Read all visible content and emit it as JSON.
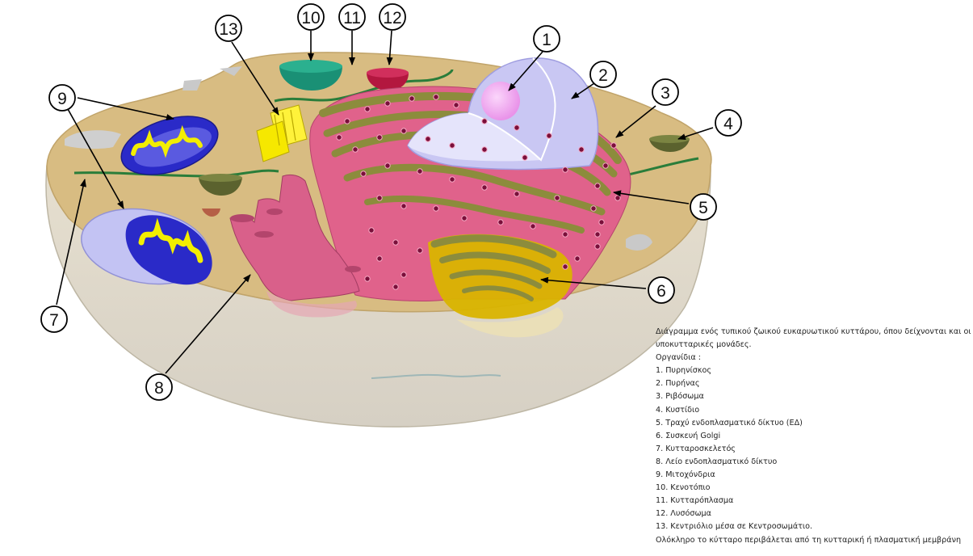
{
  "diagram": {
    "callouts": [
      "1",
      "2",
      "3",
      "4",
      "5",
      "6",
      "7",
      "8",
      "9",
      "10",
      "11",
      "12",
      "13"
    ],
    "colors": {
      "cytoplasm": "#d8bc82",
      "cell_front": "#e3dccb",
      "nucleus": "#c9c7f3",
      "nucleolus": "#f0a6f0",
      "rough_er": "#e0628b",
      "rough_er_fold": "#8c8c3c",
      "smooth_er": "#d9608a",
      "golgi": "#d9b400",
      "mitochondrion_outer": "#2a2ac8",
      "mitochondrion_inner": "#f3ee00",
      "vacuole": "#1a9075",
      "lysosome": "#b3173f",
      "vesicle": "#5b622e",
      "centriole": "#fff23a",
      "cytoskeleton": "#2a7d3a"
    }
  },
  "legend": {
    "intro": "Διάγραμμα ενός τυπικού ζωικού ευκαρυωτικού κυττάρου, όπου δείχνονται και οι υποκυτταρικές μονάδες.",
    "heading": "Οργανίδια :",
    "items": [
      "1. Πυρηνίσκος",
      "2. Πυρήνας",
      "3. Ριβόσωμα",
      "4. Κυστίδιο",
      "5. Τραχύ ενδοπλασματικό δίκτυο (ΕΔ)",
      "6. Συσκευή Golgi",
      "7. Κυτταροσκελετός",
      "8. Λείο ενδοπλασματικό δίκτυο",
      "9. Μιτοχόνδρια",
      "10. Κενοτόπιο",
      "11. Κυτταρόπλασμα",
      "12. Λυσόσωμα",
      "13. Κεντριόλιο μέσα σε Κεντροσωμάτιο."
    ],
    "footer": "Ολόκληρο το κύτταρο περιβάλεται από τη κυτταρική ή πλασματική μεμβράνη"
  }
}
